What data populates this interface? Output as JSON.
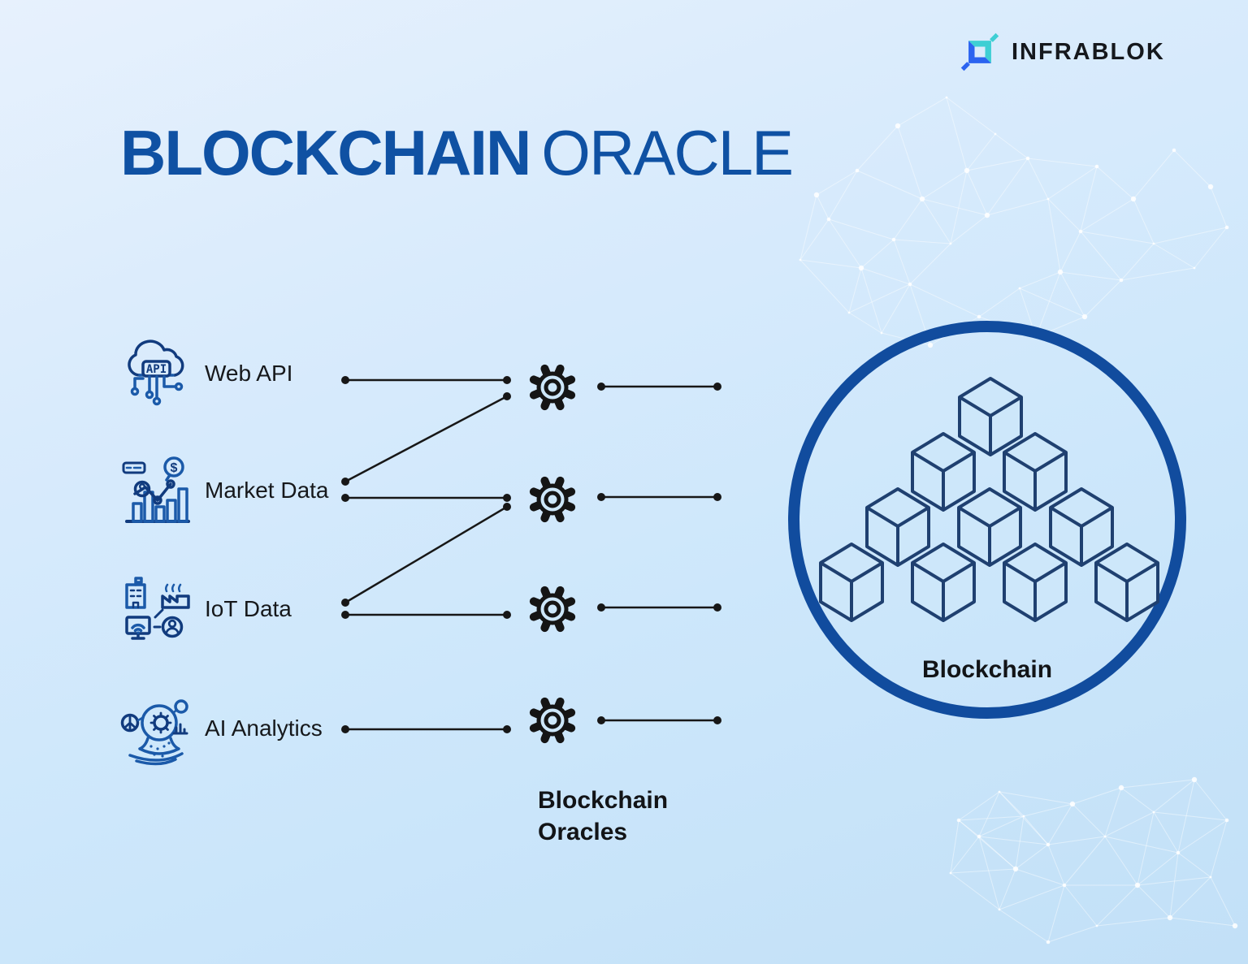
{
  "header": {
    "logo_text": "INFRABLOK"
  },
  "title": {
    "bold": "BLOCKCHAIN",
    "regular": "ORACLE"
  },
  "sources": [
    {
      "label": "Web API",
      "icon": "cloud-api-icon",
      "icon_text": "API"
    },
    {
      "label": "Market Data",
      "icon": "market-chart-icon",
      "icon_symbol": "$"
    },
    {
      "label": "IoT Data",
      "icon": "iot-devices-icon"
    },
    {
      "label": "AI Analytics",
      "icon": "ai-analytics-icon"
    }
  ],
  "oracles": {
    "label": "Blockchain Oracles",
    "gear_count": 4
  },
  "blockchain": {
    "label": "Blockchain",
    "cube_count": 10
  },
  "connections": [
    {
      "from": "Web API",
      "to": "oracle-1"
    },
    {
      "from": "Market Data",
      "to": "oracle-1"
    },
    {
      "from": "Market Data",
      "to": "oracle-2"
    },
    {
      "from": "IoT Data",
      "to": "oracle-2"
    },
    {
      "from": "IoT Data",
      "to": "oracle-3"
    },
    {
      "from": "AI Analytics",
      "to": "oracle-4"
    },
    {
      "from": "oracle-1",
      "to": "blockchain"
    },
    {
      "from": "oracle-2",
      "to": "blockchain"
    },
    {
      "from": "oracle-3",
      "to": "blockchain"
    },
    {
      "from": "oracle-4",
      "to": "blockchain"
    }
  ],
  "colors": {
    "title_blue": "#0f51a3",
    "ring_blue": "#114c9e",
    "cube_navy": "#1f4070",
    "icon_blue": "#1b5aa9",
    "icon_navy": "#113b7e",
    "line_black": "#171717",
    "logo_teal": "#3ecfd4",
    "logo_blue": "#2b63f0"
  }
}
